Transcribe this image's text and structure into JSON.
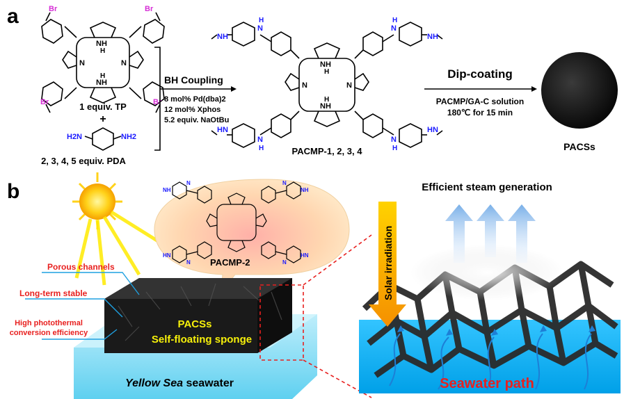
{
  "panel_a": {
    "label": "a",
    "reactant_1_name": "1 equiv. TP",
    "plus": "+",
    "reactant_2_name": "2, 3, 4, 5 equiv. PDA",
    "substituent_br": "Br",
    "substituent_n": "N",
    "substituent_h": "H",
    "substituent_nh": "NH",
    "substituent_hn": "HN",
    "substituent_nh2": "NH2",
    "substituent_h2n": "H2N",
    "reaction_1": {
      "title": "BH Coupling",
      "conditions": [
        "8 mol% Pd(dba)2",
        "12 mol% Xphos",
        "5.2 equiv. NaOtBu"
      ]
    },
    "product_name": "PACMP-1, 2, 3, 4",
    "reaction_2": {
      "title": "Dip-coating",
      "conditions": [
        "PACMP/GA-C solution",
        "180℃ for 15 min"
      ]
    },
    "final_name": "PACSs"
  },
  "panel_b": {
    "label": "b",
    "polymer_label": "PACMP-2",
    "annotations": [
      "Porous channels",
      "Long-term stable",
      "High photothermal",
      "conversion efficiency"
    ],
    "sponge_title": "PACSs",
    "sponge_subtitle": "Self-floating sponge",
    "seawater_italic": "Yellow Sea",
    "seawater_rest": " seawater",
    "steam_label": "Efficient  steam generation",
    "solar_label": "Solar irradiation",
    "path_label": "Seawater path"
  },
  "colors": {
    "bromine": "#d62fd6",
    "nitrogen": "#1a1aff",
    "callout_red": "#e8201f",
    "sponge_text": "#f6f00a",
    "solar_arrow": "#f5a800",
    "path_text": "#e8201f"
  }
}
